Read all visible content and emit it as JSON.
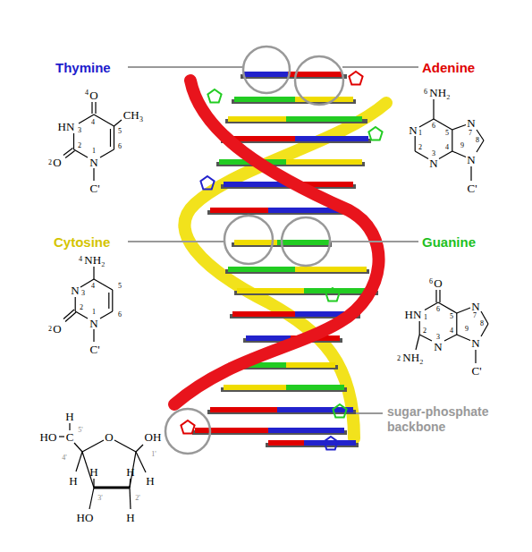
{
  "diagram": {
    "labels": [
      "Thymine",
      "Adenine",
      "Cytosine",
      "Guanine",
      "sugar-phosphate backbone",
      "4",
      "O",
      "HN",
      "3",
      "4",
      "CH₃",
      "5",
      "6",
      "2",
      "2",
      "O",
      "1",
      "N",
      "C'",
      "6",
      "NH₂",
      "N",
      "1",
      "6",
      "5",
      "4",
      "N",
      "7",
      "8",
      "2",
      "3",
      "N",
      "9",
      "N",
      "C'",
      "4",
      "NH₂",
      "N",
      "3",
      "4",
      "5",
      "6",
      "2",
      "2",
      "O",
      "1",
      "N",
      "C'",
      "6",
      "O",
      "HN",
      "1",
      "6",
      "5",
      "4",
      "N",
      "7",
      "8",
      "2",
      "3",
      "N",
      "2",
      "NH₂",
      "9",
      "N",
      "C'",
      "H",
      "HO",
      "C",
      "5'",
      "O",
      "OH",
      "4'",
      "1'",
      "H",
      "H",
      "H",
      "H",
      "3'",
      "2'",
      "HO",
      "H"
    ]
  }
}
